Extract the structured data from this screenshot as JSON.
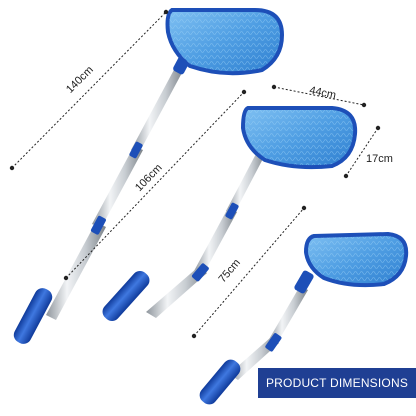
{
  "banner": {
    "text": "PRODUCT DIMENSIONS",
    "color": "#1f3f93"
  },
  "dimensions": {
    "length_140": "140cm",
    "length_106": "106cm",
    "length_75": "75cm",
    "width": "44cm",
    "depth": "17cm"
  },
  "colors": {
    "frame_blue": "#1d4fb8",
    "mesh_blue": "#5aa7e6",
    "pole_silver": "#c9ced4",
    "grip_blue": "#2358c8"
  }
}
